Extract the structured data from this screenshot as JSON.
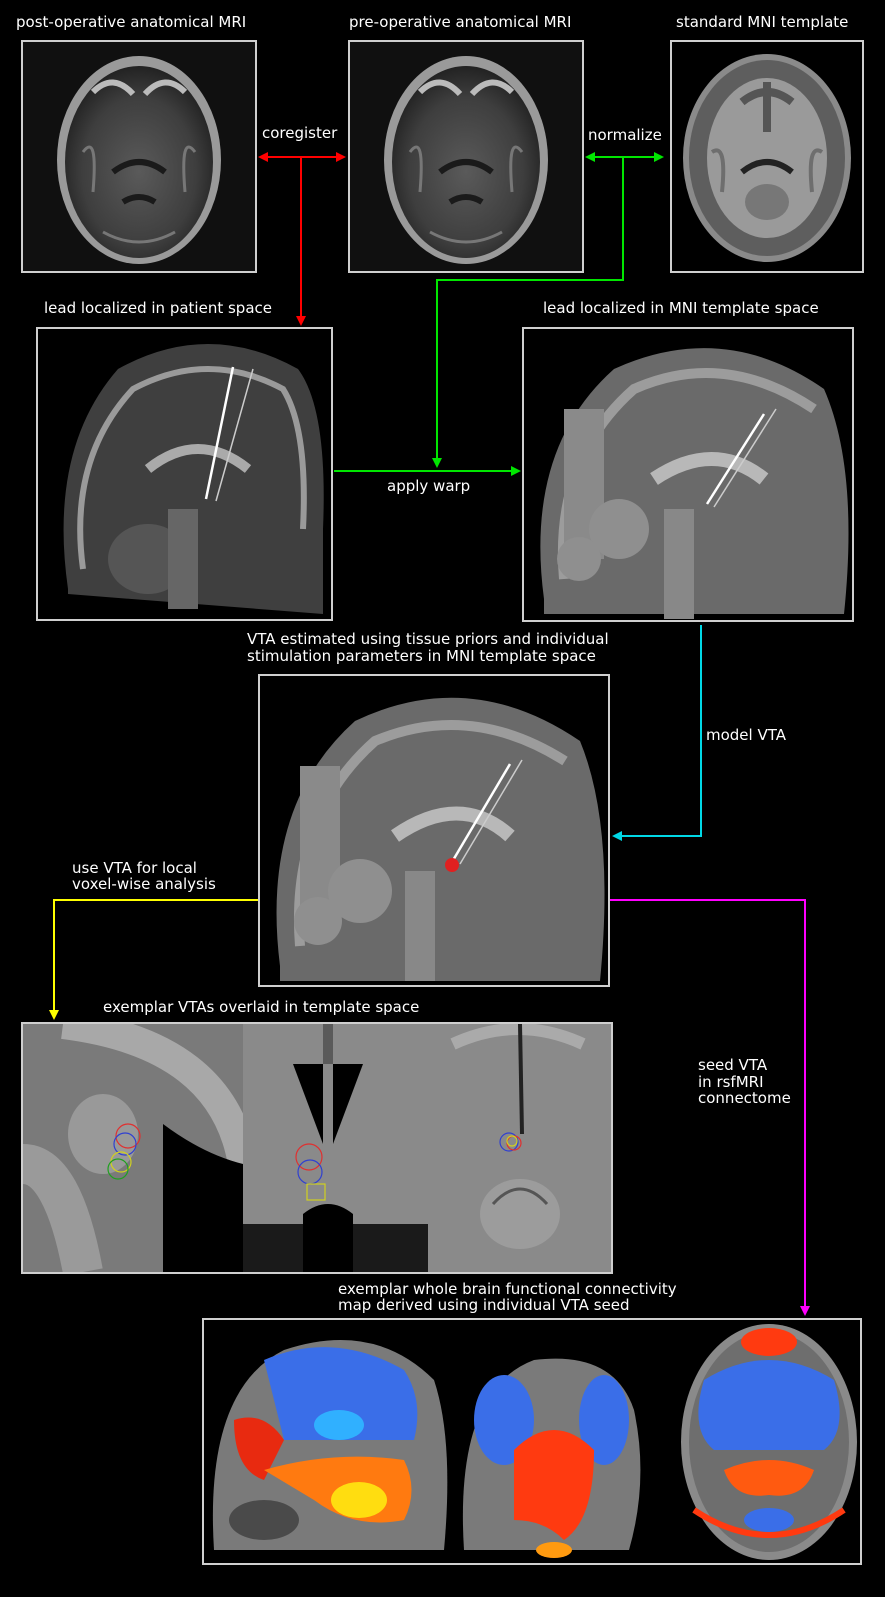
{
  "titles": {
    "post_op": "post-operative anatomical MRI",
    "pre_op": "pre-operative anatomical MRI",
    "mni": "standard MNI template",
    "lead_patient": "lead localized in patient space",
    "lead_mni": "lead localized in MNI template space",
    "vta_est_line1": "VTA estimated using tissue priors and individual",
    "vta_est_line2": "stimulation parameters in MNI template space",
    "exemplar_vtas": "exemplar VTAs overlaid in template space",
    "fc_line1": "exemplar whole brain functional connectivity",
    "fc_line2": "map derived using individual VTA seed"
  },
  "arrows": {
    "coregister": "coregister",
    "normalize": "normalize",
    "apply_warp": "apply warp",
    "model_vta": "model VTA",
    "local_line1": "use VTA for local",
    "local_line2": "voxel-wise analysis",
    "seed_line1": "seed VTA",
    "seed_line2": "in rsfMRI",
    "seed_line3": "connectome"
  },
  "colors": {
    "coregister": "#ff0000",
    "normalize": "#00e600",
    "model_vta": "#00d8e6",
    "local": "#ffff00",
    "seed": "#ff00ff",
    "border": "#cfcfcf"
  }
}
